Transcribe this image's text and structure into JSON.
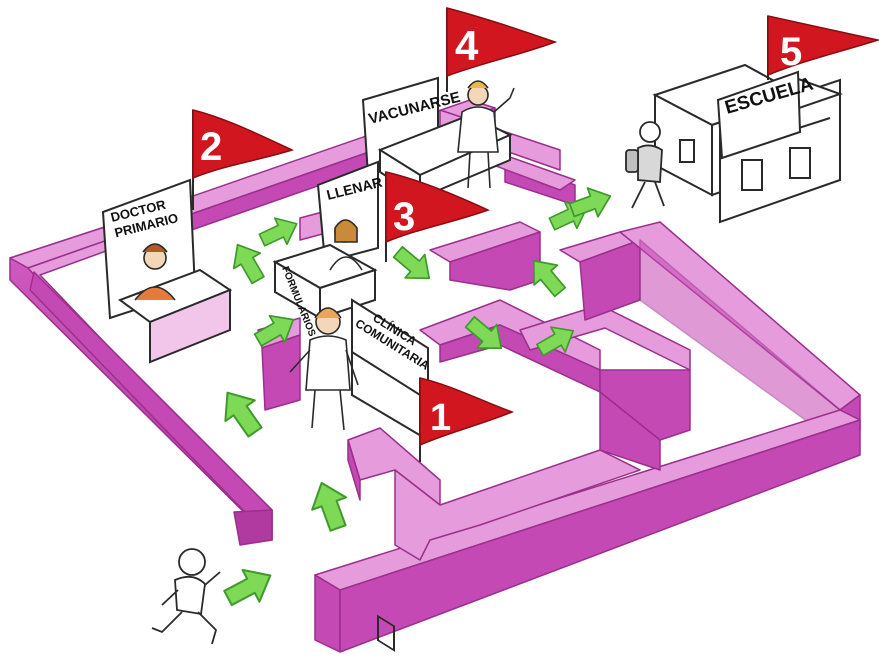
{
  "colors": {
    "wall_top": "#e69bdc",
    "wall_side": "#c549b4",
    "wall_edge": "#9a2f8c",
    "flag": "#d2161f",
    "arrow": "#7ed957",
    "arrow_edge": "#3e9a2a",
    "ink": "#2a2a2a"
  },
  "signs": {
    "clinic": [
      "CLÍNICA",
      "COMUNITARIA"
    ],
    "doctor": [
      "DOCTOR",
      "PRIMARIO"
    ],
    "fill": "LLENAR",
    "forms": "FORMULARIOS",
    "vaccinate": "VACUNARSE",
    "school": "ESCUELA"
  },
  "flags": [
    "1",
    "2",
    "3",
    "4",
    "5"
  ],
  "icons": [
    "running-child-icon",
    "nurse-icon",
    "doctor-icon",
    "clerk-icon",
    "vaccinator-icon",
    "student-backpack-icon",
    "school-building-icon",
    "green-arrow-icon",
    "red-flag-icon"
  ]
}
